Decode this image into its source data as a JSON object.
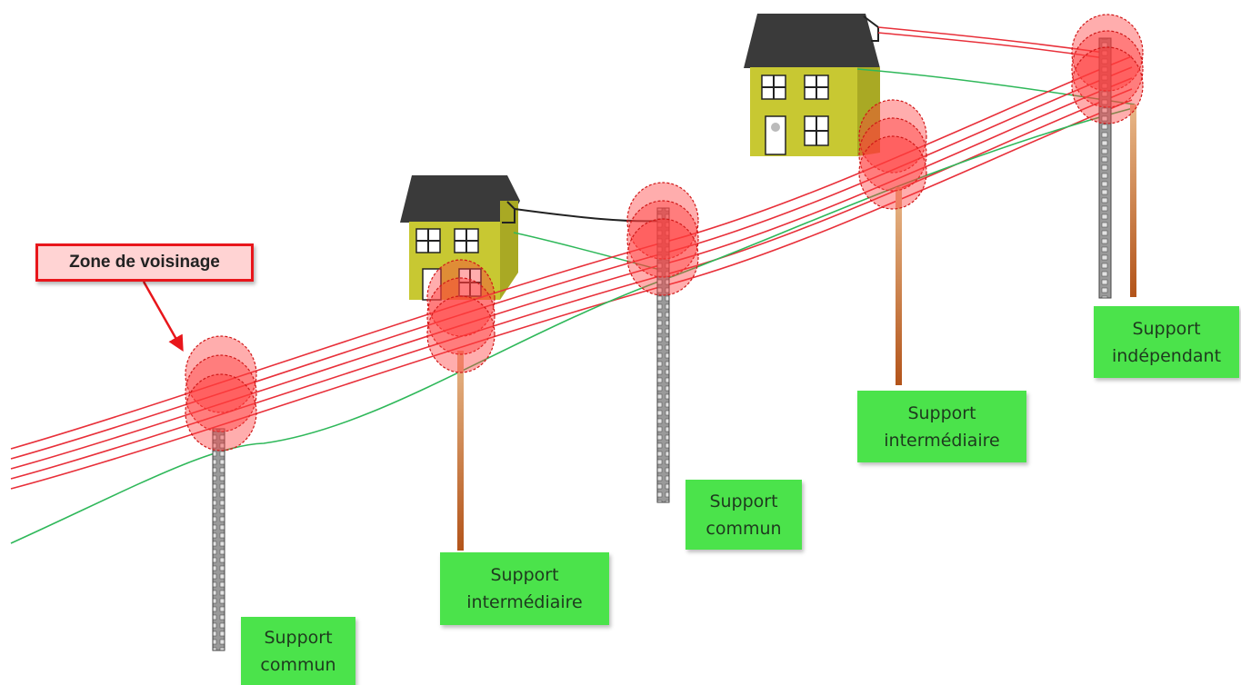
{
  "zone_label": "Zone de voisinage",
  "supports": [
    {
      "line1": "Support",
      "line2": "commun"
    },
    {
      "line1": "Support",
      "line2": "intermédiaire"
    },
    {
      "line1": "Support",
      "line2": "commun"
    },
    {
      "line1": "Support",
      "line2": "intermédiaire"
    },
    {
      "line1": "Support",
      "line2": "indépendant"
    }
  ],
  "colors": {
    "power_line": "#e8303a",
    "telecom_line": "#2fb85a",
    "zone": "#ff3b3b",
    "label_bg": "#4be34b",
    "house_wall": "#c8c832",
    "roof": "#3a3a3a"
  },
  "icons": [
    "concrete-pole-icon",
    "wooden-pole-icon",
    "house-icon",
    "arrow-icon"
  ]
}
